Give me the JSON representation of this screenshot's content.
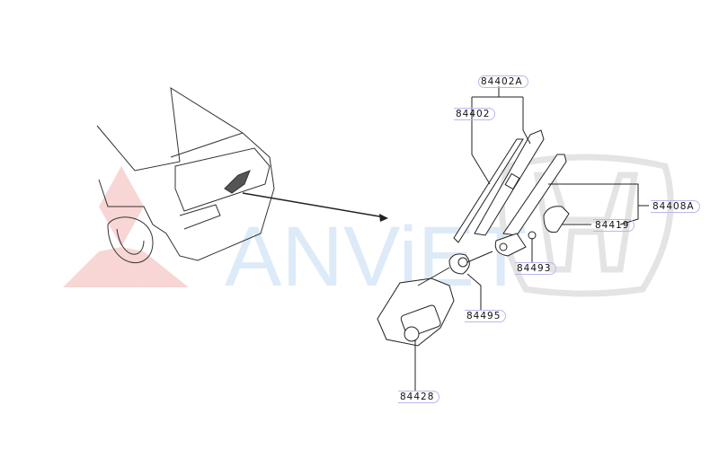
{
  "diagram": {
    "callouts": [
      {
        "id": "84402A",
        "label": "84402A"
      },
      {
        "id": "84402",
        "label": "84402"
      },
      {
        "id": "84408A",
        "label": "84408A"
      },
      {
        "id": "84419",
        "label": "84419"
      },
      {
        "id": "84493",
        "label": "84493"
      },
      {
        "id": "84495",
        "label": "84495"
      },
      {
        "id": "84428",
        "label": "84428"
      }
    ],
    "watermarks": {
      "text": "ANVIET",
      "brand_logos": [
        "mitsubishi-logo",
        "honda-logo"
      ]
    },
    "colors": {
      "line": "#222222",
      "callout_border": "#b8b8ee",
      "mitsubishi_watermark": "#f5c6c6",
      "anviet_watermark": "#cfe3f7",
      "honda_watermark": "#e6e6e6"
    }
  }
}
